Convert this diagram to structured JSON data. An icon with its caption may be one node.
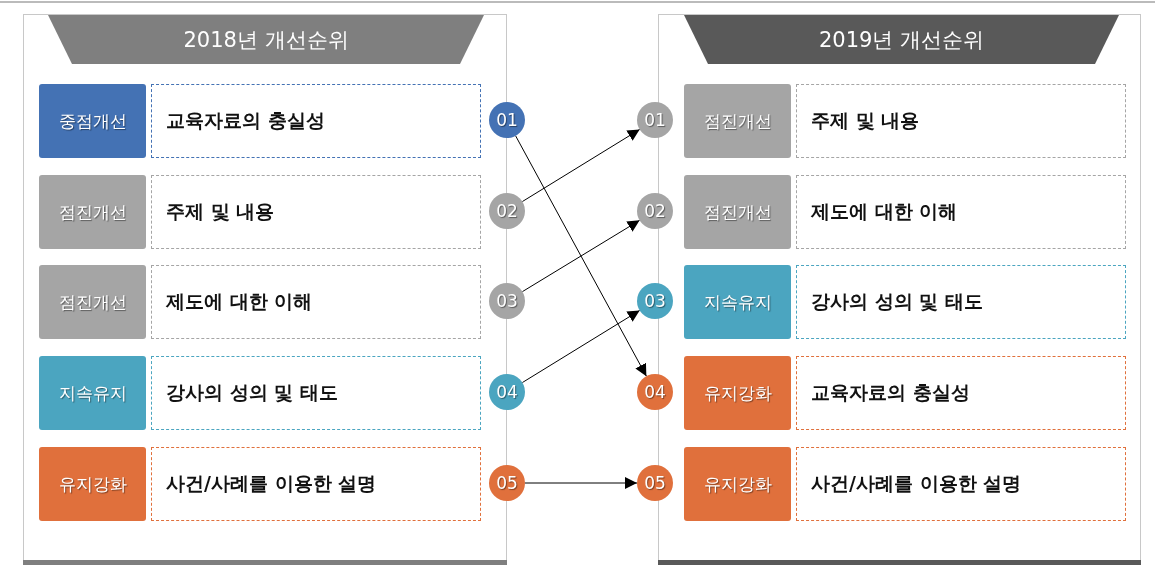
{
  "diagram": {
    "nodes": [
      {
        "text": [
          "2018년 개선순위"
        ]
      },
      {
        "text": [
          "중점개선"
        ],
        "in": 0
      },
      {
        "text": [
          "교육자료의 충실성"
        ],
        "in": 0
      },
      {
        "text": [
          "01"
        ]
      },
      {
        "text": [
          "점진개선"
        ],
        "in": 0
      },
      {
        "text": [
          "주제 및 내용"
        ],
        "in": 0
      },
      {
        "text": [
          "02"
        ]
      },
      {
        "text": [
          "점진개선"
        ],
        "in": 0
      },
      {
        "text": [
          "제도에 대한 이해"
        ],
        "in": 0
      },
      {
        "text": [
          "03"
        ]
      },
      {
        "text": [
          "지속유지"
        ],
        "in": 0
      },
      {
        "text": [
          "강사의 성의 및 태도"
        ],
        "in": 0
      },
      {
        "text": [
          "04"
        ]
      },
      {
        "text": [
          "유지강화"
        ],
        "in": 0
      },
      {
        "text": [
          "사건/사례를 이용한 설명"
        ],
        "in": 0
      },
      {
        "text": [
          "05"
        ]
      },
      {
        "text": [
          "2019년 개선순위"
        ]
      },
      {
        "text": [
          "01"
        ]
      },
      {
        "text": [
          "점진개선"
        ],
        "in": 16
      },
      {
        "text": [
          "주제 및 내용"
        ],
        "in": 16
      },
      {
        "text": [
          "02"
        ]
      },
      {
        "text": [
          "점진개선"
        ],
        "in": 16
      },
      {
        "text": [
          "제도에 대한 이해"
        ],
        "in": 16
      },
      {
        "text": [
          "03"
        ]
      },
      {
        "text": [
          "지속유지"
        ],
        "in": 16
      },
      {
        "text": [
          "강사의 성의 및 태도"
        ],
        "in": 16
      },
      {
        "text": [
          "04"
        ]
      },
      {
        "text": [
          "유지강화"
        ],
        "in": 16
      },
      {
        "text": [
          "교육자료의 충실성"
        ],
        "in": 16
      },
      {
        "text": [
          "05"
        ]
      },
      {
        "text": [
          "유지강화"
        ],
        "in": 16
      },
      {
        "text": [
          "사건/사례를 이용한 설명"
        ],
        "in": 16
      }
    ],
    "edges": [
      {
        "from": 3,
        "to": 26,
        "arrow": "to"
      },
      {
        "from": 6,
        "to": 17,
        "arrow": "to"
      },
      {
        "from": 9,
        "to": 20,
        "arrow": "to"
      },
      {
        "from": 12,
        "to": 23,
        "arrow": "to"
      },
      {
        "from": 15,
        "to": 29,
        "arrow": "to"
      }
    ]
  }
}
